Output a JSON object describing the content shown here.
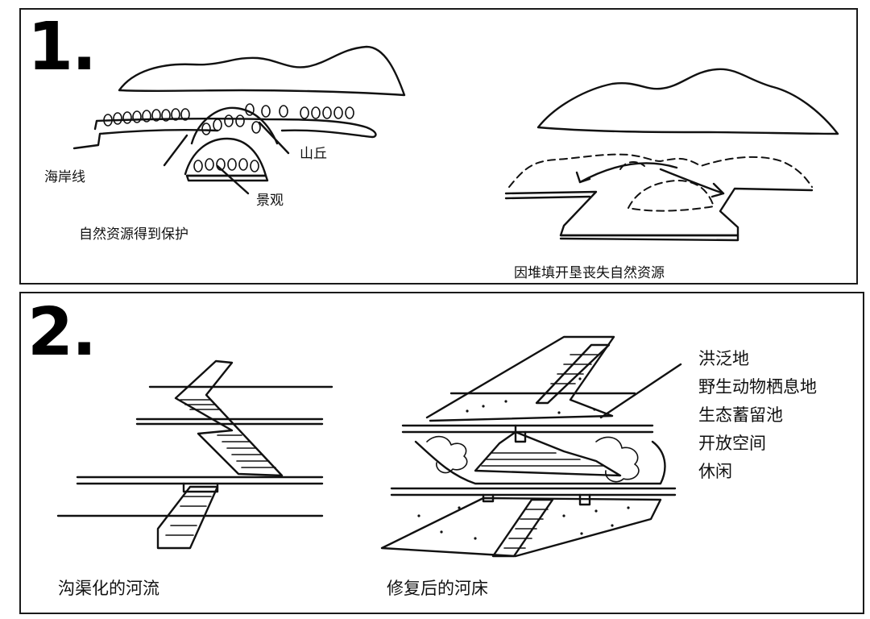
{
  "panel1": {
    "number": "1.",
    "labels": {
      "coastline": "海岸线",
      "hill": "山丘",
      "landscape": "景观",
      "protected": "自然资源得到保护",
      "lost": "因堆填开垦丧失自然资源"
    }
  },
  "panel2": {
    "number": "2.",
    "labels": {
      "channelized": "沟渠化的河流",
      "restored": "修复后的河床"
    },
    "legend": [
      "洪泛地",
      "野生动物栖息地",
      "生态蓄留池",
      "开放空间",
      "休闲"
    ]
  }
}
